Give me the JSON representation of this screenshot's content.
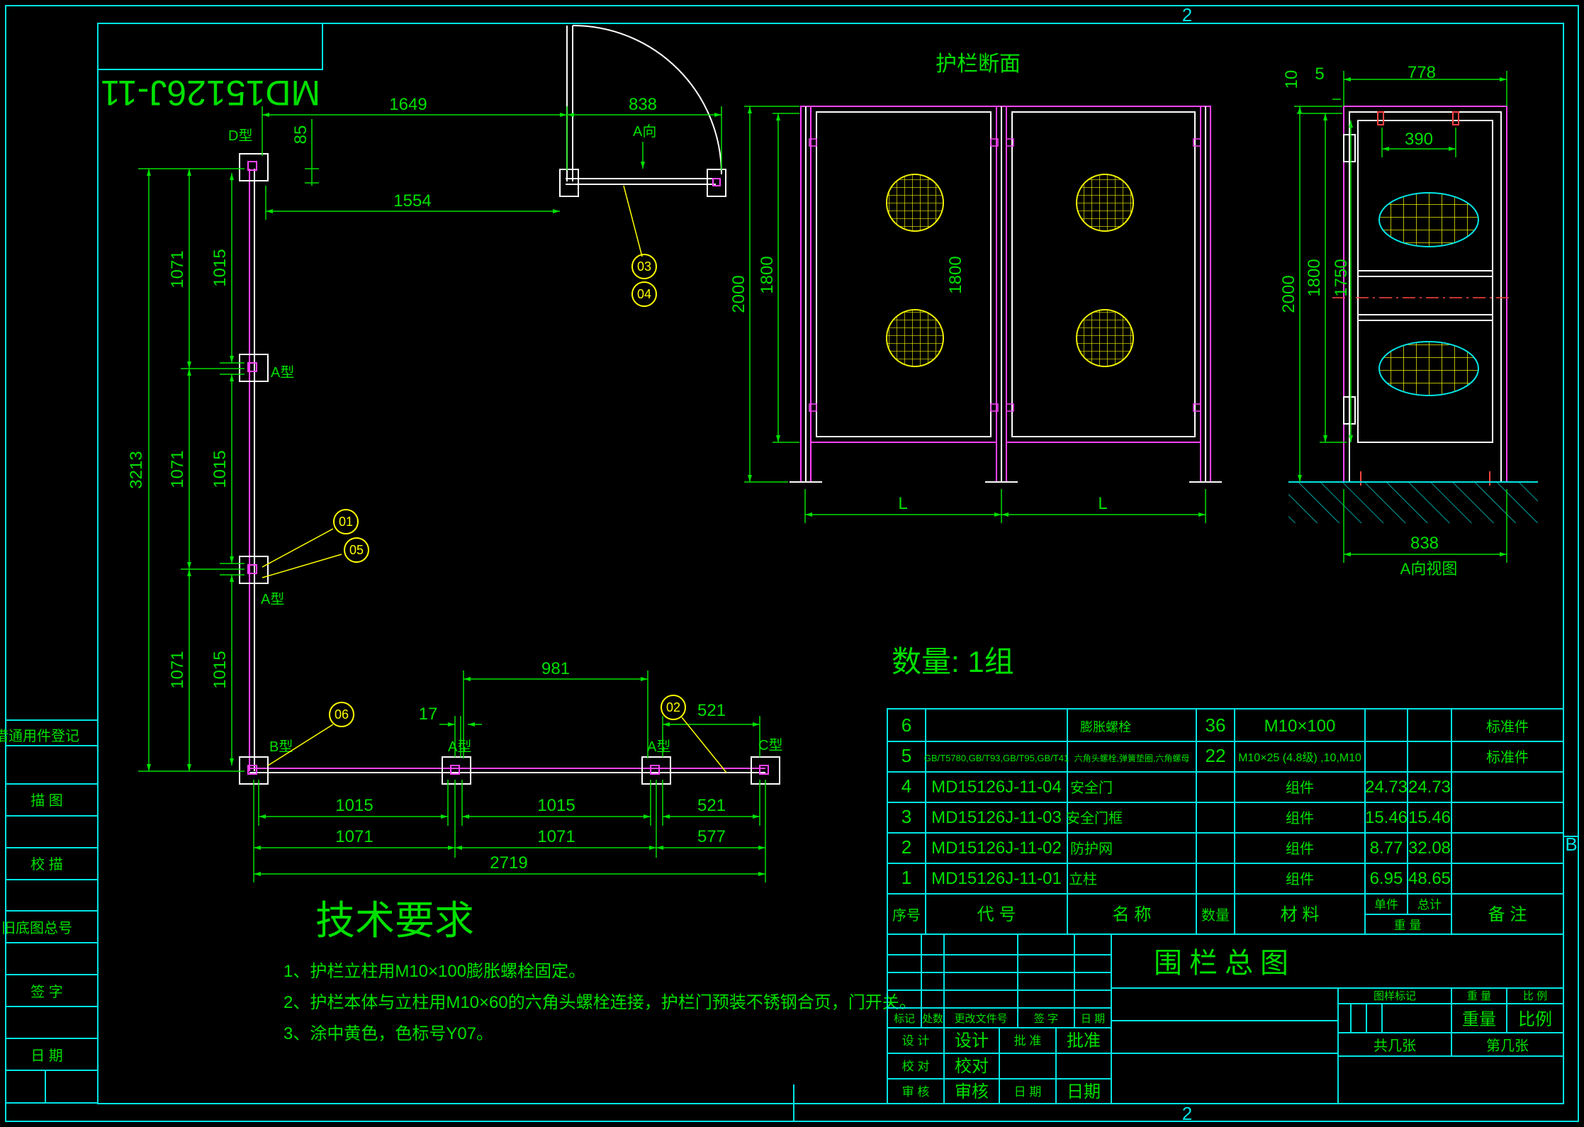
{
  "colors": {
    "background": "#000000",
    "frame": "#00e5e5",
    "dimension": "#00e000",
    "text": "#00e000",
    "fence_pink": "#ff44ff",
    "fence_white": "#ffffff",
    "mesh": "#f0f000",
    "balloon": "#ffff00",
    "hatch": "#00e5e5"
  },
  "frame": {
    "zone_top": "2",
    "zone_bottom": "2",
    "zone_right": "B"
  },
  "drawing_code": "MD15126J-11",
  "section_title": "护栏断面",
  "quantity": "数量: 1组",
  "plan": {
    "dims": {
      "d1649": "1649",
      "d838": "838",
      "d85": "85",
      "d1554": "1554",
      "d1071a": "1071",
      "d1015a": "1015",
      "d1071b": "1071",
      "d1015b": "1015",
      "d1071c": "1071",
      "d1015c": "1015",
      "d3213": "3213",
      "d981": "981",
      "d17": "17",
      "d521top": "521",
      "d1015x1": "1015",
      "d1015x2": "1015",
      "d521bot": "521",
      "d1071x1": "1071",
      "d1071x2": "1071",
      "d577": "577",
      "d2719": "2719"
    },
    "labels": {
      "d_type": "D型",
      "a_dir": "A向",
      "a_type1": "A型",
      "a_type2": "A型",
      "a_type3": "A型",
      "a_type4": "A型",
      "b_type": "B型",
      "c_type": "C型"
    },
    "balloons": {
      "b01": "01",
      "b02": "02",
      "b03": "03",
      "b04": "04",
      "b05": "05",
      "b06": "06"
    }
  },
  "section": {
    "dims": {
      "d2000": "2000",
      "d1800a": "1800",
      "d1800b": "1800",
      "L1": "L",
      "L2": "L"
    }
  },
  "side_view": {
    "dims": {
      "d10": "10",
      "d5": "5",
      "d778": "778",
      "d390": "390",
      "d2000": "2000",
      "d1800": "1800",
      "d1750": "1750",
      "d838": "838"
    },
    "caption": "A向视图"
  },
  "tech": {
    "title": "技术要求",
    "items": [
      "1、护栏立柱用M10×100膨胀螺栓固定。",
      "2、护栏本体与立柱用M10×60的六角头螺栓连接，护栏门预装不锈钢合页，门开关。",
      "3、涂中黄色，色标号Y07。"
    ]
  },
  "left_strip": [
    "借通用件登记",
    "描 图",
    "校 描",
    "旧底图总号",
    "签 字",
    "日 期"
  ],
  "bom": {
    "rows": [
      {
        "no": "6",
        "code": "",
        "name": "膨胀螺栓",
        "qty": "36",
        "material": "M10×100",
        "unit": "",
        "total": "",
        "note": "标准件"
      },
      {
        "no": "5",
        "code": "GB/T5780,GB/T93,GB/T95,GB/T41",
        "name": "六角头螺栓,弹簧垫圈,六角螺母",
        "qty": "22",
        "material": "M10×25 (4.8级) ,10,M10",
        "unit": "",
        "total": "",
        "note": "标准件"
      },
      {
        "no": "4",
        "code": "MD15126J-11-04",
        "name": "安全门",
        "qty": "",
        "material": "组件",
        "unit": "24.73",
        "total": "24.73",
        "note": ""
      },
      {
        "no": "3",
        "code": "MD15126J-11-03",
        "name": "安全门框",
        "qty": "",
        "material": "组件",
        "unit": "15.46",
        "total": "15.46",
        "note": ""
      },
      {
        "no": "2",
        "code": "MD15126J-11-02",
        "name": "防护网",
        "qty": "",
        "material": "组件",
        "unit": "8.77",
        "total": "32.08",
        "note": ""
      },
      {
        "no": "1",
        "code": "MD15126J-11-01",
        "name": "立柱",
        "qty": "",
        "material": "组件",
        "unit": "6.95",
        "total": "48.65",
        "note": ""
      }
    ],
    "header": {
      "no": "序号",
      "code": "代 号",
      "name": "名 称",
      "qty": "数量",
      "material": "材 料",
      "unit": "单件",
      "total": "总计",
      "weight": "重 量",
      "note": "备 注"
    }
  },
  "title_block": {
    "title": "围栏总图",
    "rev_labels": [
      "标记",
      "处数",
      "更改文件号",
      "签 字",
      "日 期"
    ],
    "design": "设 计",
    "design_v": "设计",
    "approve": "批 准",
    "approve_v": "批准",
    "check": "校 对",
    "check_v": "校对",
    "review": "审 核",
    "review_v": "审核",
    "date": "日 期",
    "date_v": "日期",
    "stage": "图样标记",
    "weight": "重 量",
    "scale": "比 例",
    "weight_v": "重量",
    "scale_v": "比例",
    "sheets_a": "共几张",
    "sheets_b": "第几张"
  }
}
